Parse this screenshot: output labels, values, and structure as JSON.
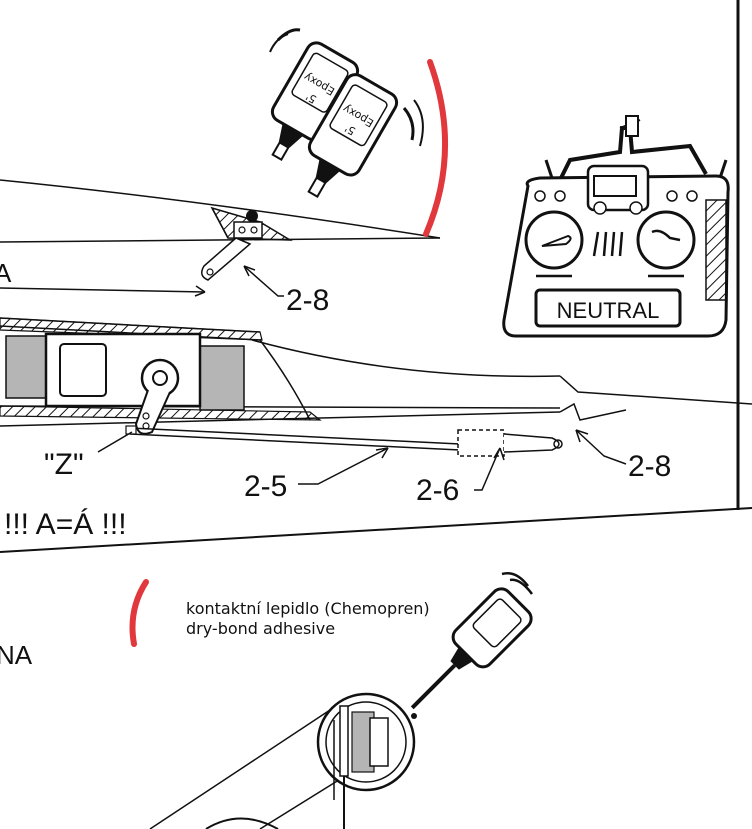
{
  "colors": {
    "ink": "#111111",
    "adhesive": "#e0383c",
    "servo_gray": "#b5b5b5",
    "paper": "#ffffff"
  },
  "labels": {
    "part_top": "2-8",
    "part_right": "2-8",
    "part_pushrod": "2-5",
    "part_tube": "2-6",
    "z_bend": "\"Z\"",
    "left_edge_a": "A",
    "left_edge_na": "NA",
    "equality": "!!! A=Á !!!"
  },
  "transmitter": {
    "display": "NEUTRAL"
  },
  "epoxy": {
    "bottle_text_1": "Epoxy",
    "bottle_text_2": "5'"
  },
  "legend": {
    "line1": "kontaktní lepidlo (Chemopren)",
    "line2": "dry-bond adhesive"
  },
  "icons": [
    "epoxy-bottles-icon",
    "transmitter-icon",
    "glue-bottle-icon",
    "adhesive-mark-icon"
  ]
}
